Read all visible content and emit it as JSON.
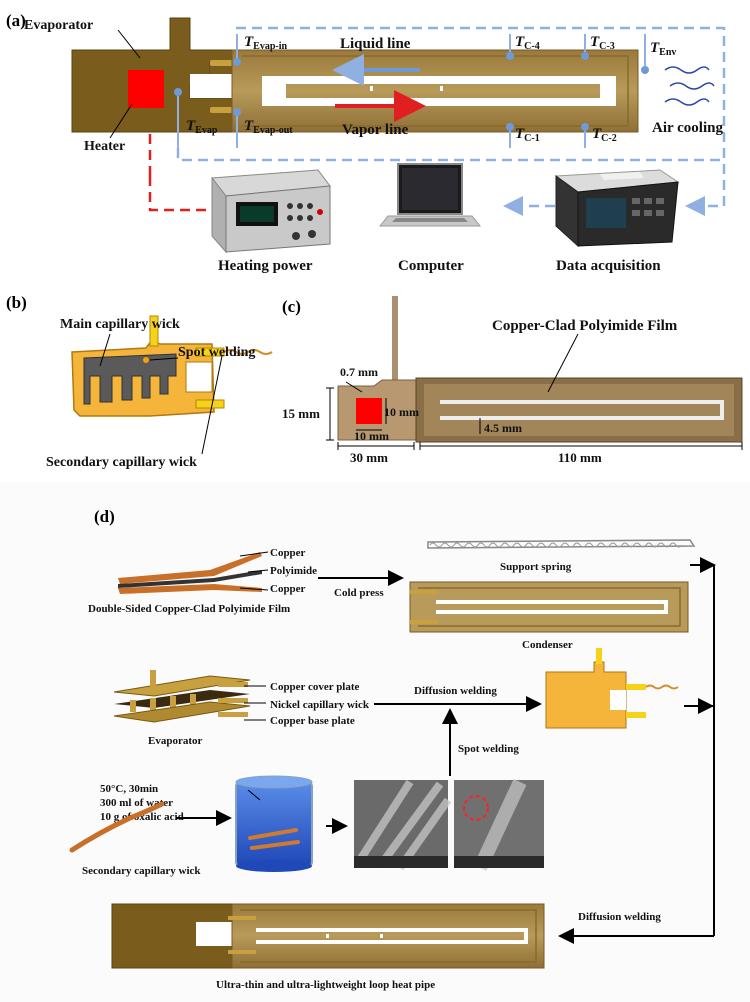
{
  "panel_a": {
    "tag": "(a)",
    "evaporator": "Evaporator",
    "heater": "Heater",
    "liquid_line": "Liquid line",
    "vapor_line": "Vapor line",
    "air_cooling": "Air cooling",
    "heating_power": "Heating power",
    "computer": "Computer",
    "data_acquisition": "Data acquisition",
    "sensors": {
      "t_main": "T",
      "evap_in": "Evap-in",
      "evap_out": "Evap-out",
      "evap": "Evap",
      "c4": "C-4",
      "c3": "C-3",
      "c1": "C-1",
      "c2": "C-2",
      "env": "Env"
    }
  },
  "panel_b": {
    "tag": "(b)",
    "main_wick": "Main capillary wick",
    "spot_welding": "Spot welding",
    "secondary_wick": "Secondary capillary wick"
  },
  "panel_c": {
    "tag": "(c)",
    "film": "Copper-Clad Polyimide Film",
    "d07": "0.7 mm",
    "d15": "15 mm",
    "d10a": "10 mm",
    "d10b": "10 mm",
    "d45": "4.5 mm",
    "d30": "30 mm",
    "d110": "110 mm"
  },
  "panel_d": {
    "tag": "(d)",
    "copper_top": "Copper",
    "polyimide": "Polyimide",
    "copper_bottom": "Copper",
    "film_caption": "Double-Sided Copper-Clad Polyimide Film",
    "cold_press": "Cold press",
    "support_spring": "Support spring",
    "condenser": "Condenser",
    "cover_plate": "Copper cover plate",
    "nickel_wick": "Nickel capillary wick",
    "base_plate": "Copper base plate",
    "evaporator": "Evaporator",
    "diffusion_welding_1": "Diffusion welding",
    "spot_welding": "Spot welding",
    "cond1": "50°C, 30min",
    "cond2": "300 ml of water",
    "cond3": "10 g of oxalic acid",
    "secondary_wick": "Secondary capillary wick",
    "diffusion_welding_2": "Diffusion welding",
    "final_caption": "Ultra-thin and ultra-lightweight loop heat pipe"
  },
  "colors": {
    "copper_dark": "#7a5c1c",
    "copper_film": "#a88a4a",
    "heater_red": "#ff0000",
    "dashed_blue": "#8fb0e0",
    "arrow_blue": "#6f9ad8",
    "arrow_red": "#e02020",
    "orange_evap": "#f5b43a",
    "yellow_tube": "#f7d21a",
    "beaker_blue": "#2f5fd0"
  }
}
